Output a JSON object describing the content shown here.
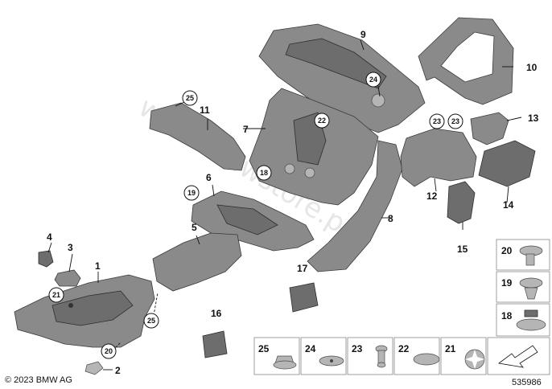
{
  "callouts": {
    "p1": "1",
    "p2": "2",
    "p3": "3",
    "p4": "4",
    "p5": "5",
    "p6": "6",
    "p7": "7",
    "p8": "8",
    "p9": "9",
    "p10": "10",
    "p11": "11",
    "p12": "12",
    "p13": "13",
    "p14": "14",
    "p15": "15",
    "p16": "16",
    "p17": "17"
  },
  "circled": {
    "c25a": "25",
    "c24": "24",
    "c22": "22",
    "c23a": "23",
    "c23b": "23",
    "c19": "19",
    "c18": "18",
    "c21": "21",
    "c25b": "25",
    "c20": "20"
  },
  "fastener_panel": {
    "side_labels": [
      "20",
      "19",
      "18"
    ],
    "bottom_labels": [
      "25",
      "24",
      "23",
      "22",
      "21"
    ]
  },
  "copyright": "© 2023 BMW AG",
  "diagram_id": "535986",
  "watermark": "www.bmwstore.pl"
}
